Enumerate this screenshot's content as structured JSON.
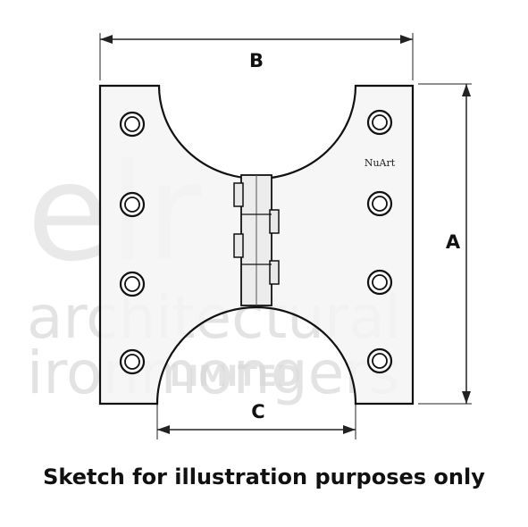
{
  "dimensions": {
    "a": "A",
    "b": "B",
    "c": "C"
  },
  "brand_mark": "NuArt",
  "watermark": {
    "line1": "architectural",
    "line2": "ironmongers",
    "line3": "LIMITED",
    "logo": "elr"
  },
  "caption": "Sketch for illustration purposes only",
  "colors": {
    "ink": "#111111",
    "plate": "#f4f4f4",
    "watermark": "#d8d8d8"
  }
}
